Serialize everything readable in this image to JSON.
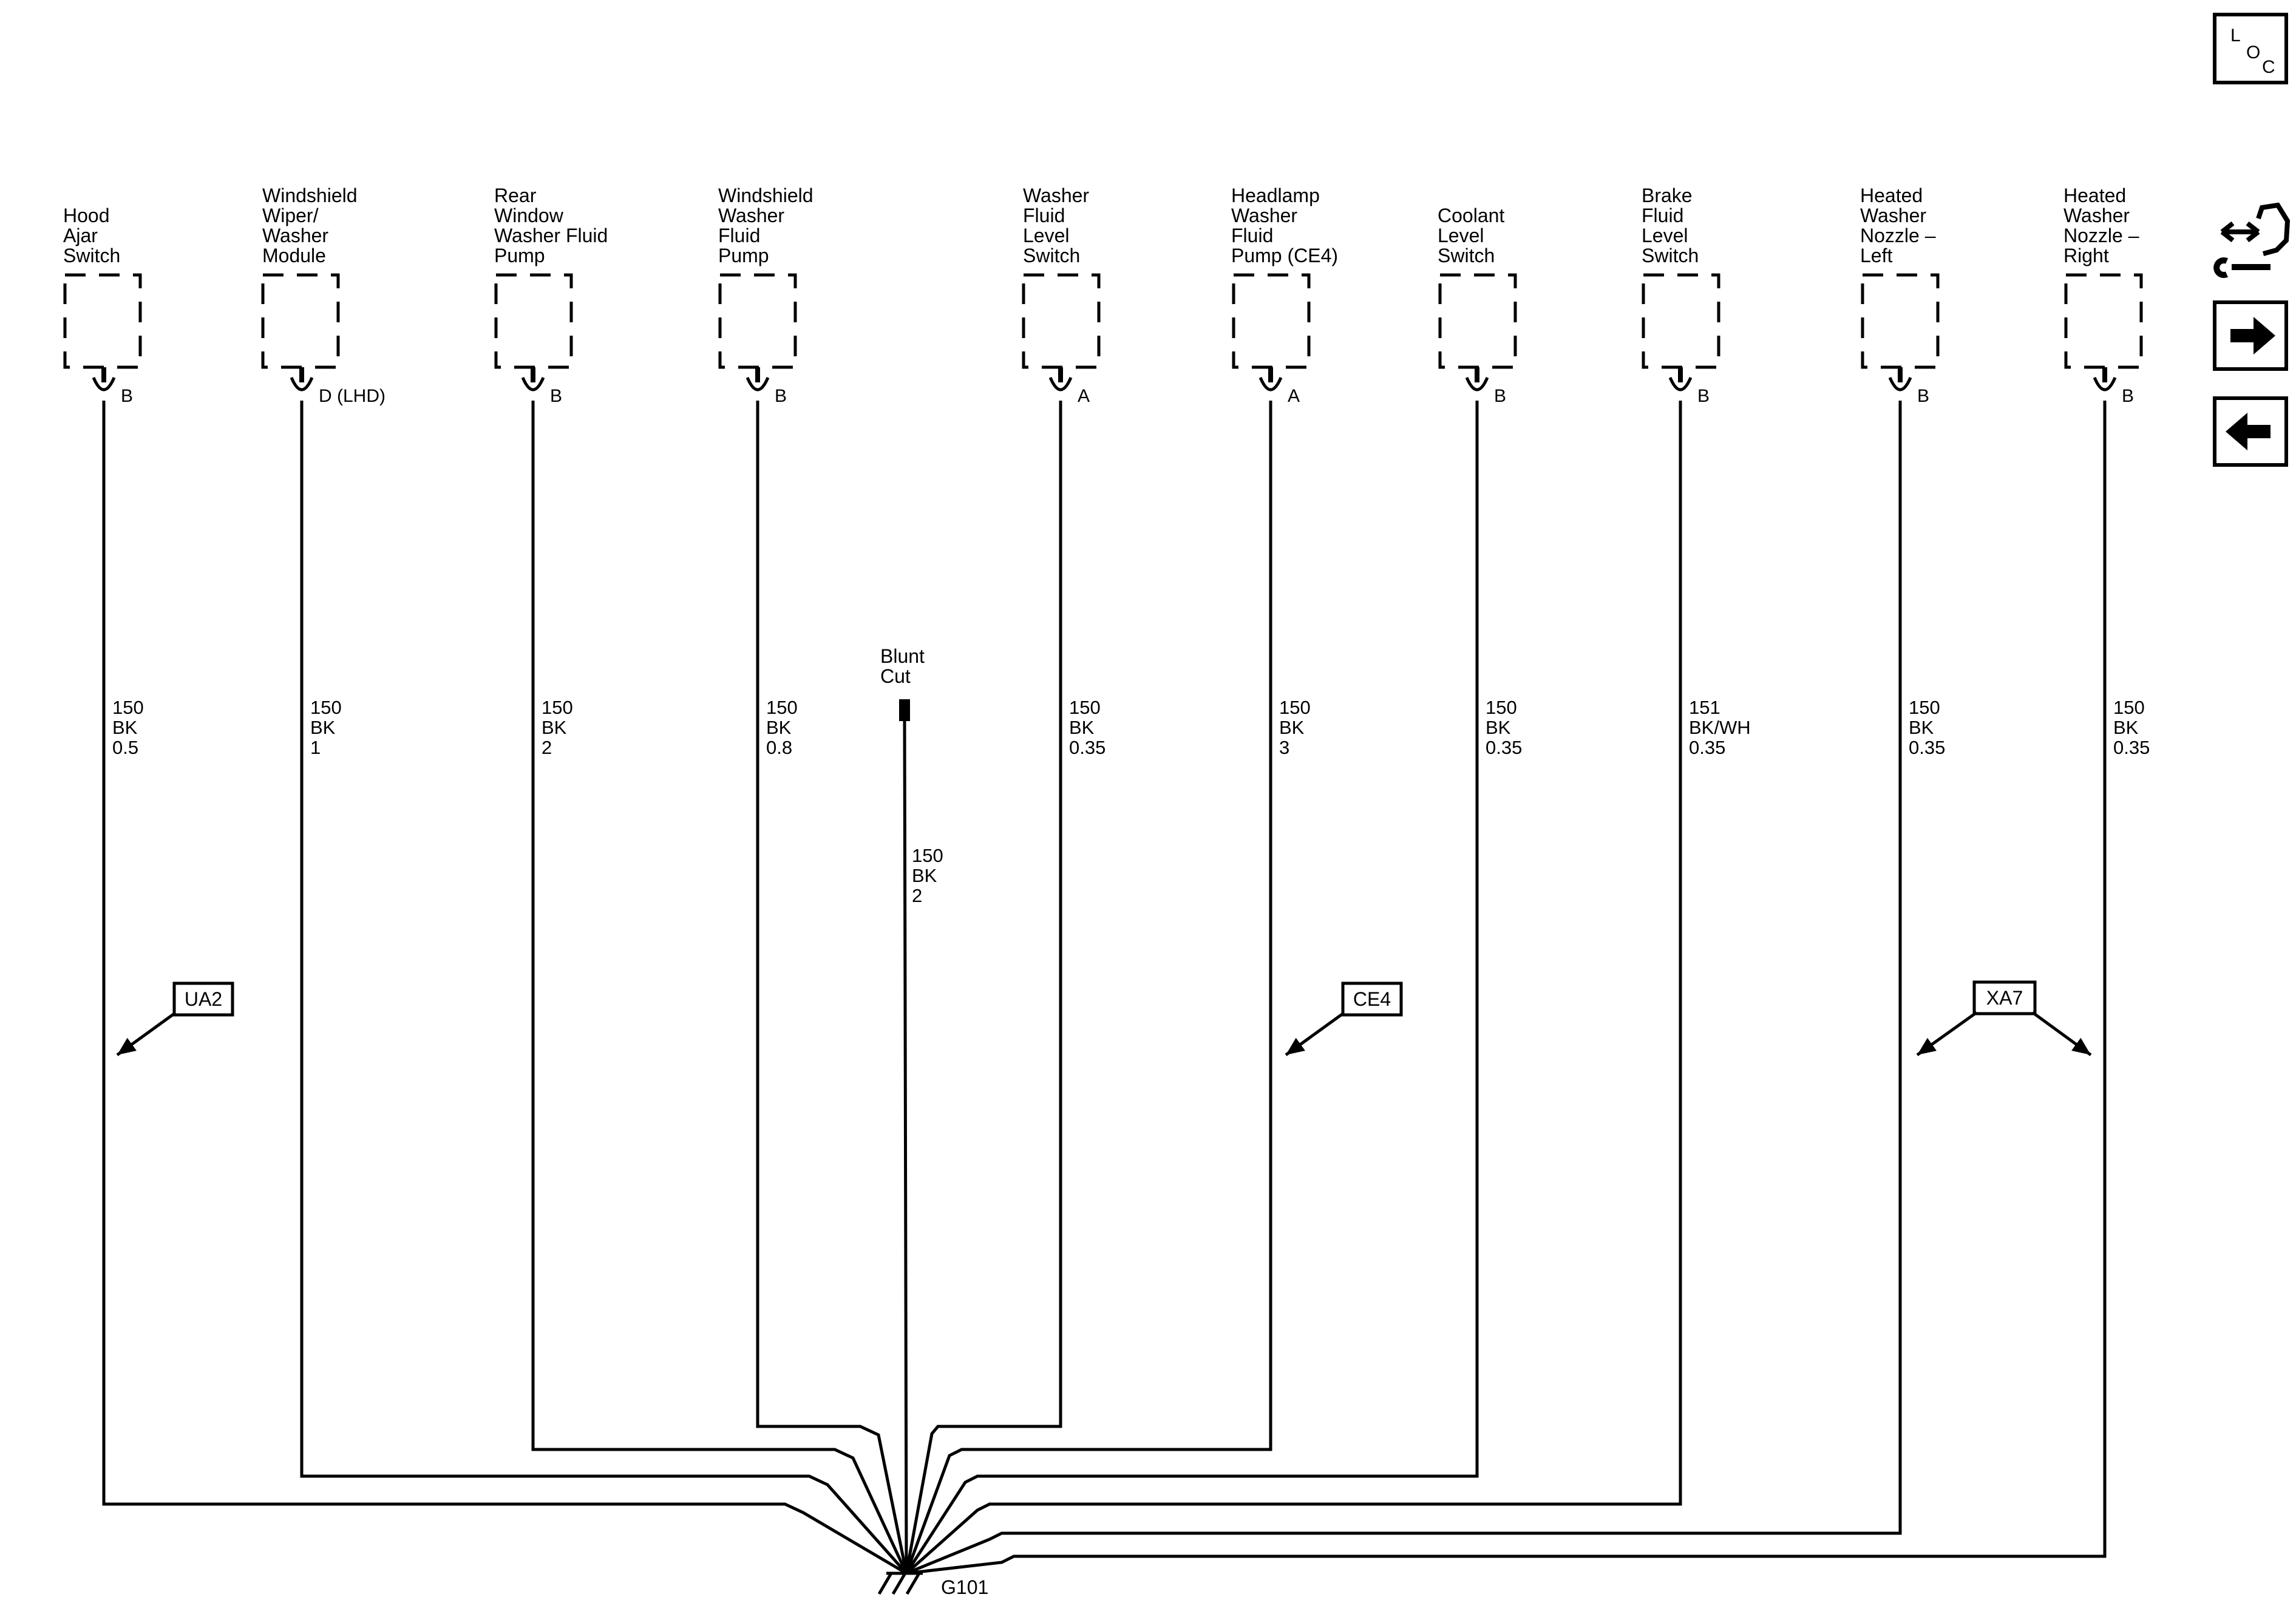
{
  "components": [
    {
      "id": "hood-ajar-switch",
      "label": [
        "Hood",
        "Ajar",
        "Switch"
      ],
      "pin": "B",
      "wire": [
        "150",
        "BK",
        "0.5"
      ]
    },
    {
      "id": "windshield-wiper-washer-module",
      "label": [
        "Windshield",
        "Wiper/",
        "Washer",
        "Module"
      ],
      "pin": "D (LHD)",
      "wire": [
        "150",
        "BK",
        "1"
      ]
    },
    {
      "id": "rear-window-washer-fluid-pump",
      "label": [
        "Rear",
        "Window",
        "Washer Fluid",
        "Pump"
      ],
      "pin": "B",
      "wire": [
        "150",
        "BK",
        "2"
      ]
    },
    {
      "id": "windshield-washer-fluid-pump",
      "label": [
        "Windshield",
        "Washer",
        "Fluid",
        "Pump"
      ],
      "pin": "B",
      "wire": [
        "150",
        "BK",
        "0.8"
      ]
    },
    {
      "id": "washer-fluid-level-switch",
      "label": [
        "Washer",
        "Fluid",
        "Level",
        "Switch"
      ],
      "pin": "A",
      "wire": [
        "150",
        "BK",
        "0.35"
      ]
    },
    {
      "id": "headlamp-washer-fluid-pump",
      "label": [
        "Headlamp",
        "Washer",
        "Fluid",
        "Pump (CE4)"
      ],
      "pin": "A",
      "wire": [
        "150",
        "BK",
        "3"
      ]
    },
    {
      "id": "coolant-level-switch",
      "label": [
        "Coolant",
        "Level",
        "Switch"
      ],
      "pin": "B",
      "wire": [
        "150",
        "BK",
        "0.35"
      ]
    },
    {
      "id": "brake-fluid-level-switch",
      "label": [
        "Brake",
        "Fluid",
        "Level",
        "Switch"
      ],
      "pin": "B",
      "wire": [
        "151",
        "BK/WH",
        "0.35"
      ]
    },
    {
      "id": "heated-washer-nozzle-left",
      "label": [
        "Heated",
        "Washer",
        "Nozzle –",
        "Left"
      ],
      "pin": "B",
      "wire": [
        "150",
        "BK",
        "0.35"
      ]
    },
    {
      "id": "heated-washer-nozzle-right",
      "label": [
        "Heated",
        "Washer",
        "Nozzle –",
        "Right"
      ],
      "pin": "B",
      "wire": [
        "150",
        "BK",
        "0.35"
      ]
    }
  ],
  "blunt_cut": {
    "label": [
      "Blunt",
      "Cut"
    ],
    "wire": [
      "150",
      "BK",
      "2"
    ]
  },
  "options": [
    "UA2",
    "CE4",
    "XA7"
  ],
  "ground": {
    "label": "G101"
  },
  "loc_button": {
    "letters": [
      "L",
      "O",
      "C"
    ]
  },
  "icons": {
    "loc": "location-icon",
    "connector": "connector-wrench-icon",
    "next": "arrow-right-icon",
    "prev": "arrow-left-icon"
  }
}
